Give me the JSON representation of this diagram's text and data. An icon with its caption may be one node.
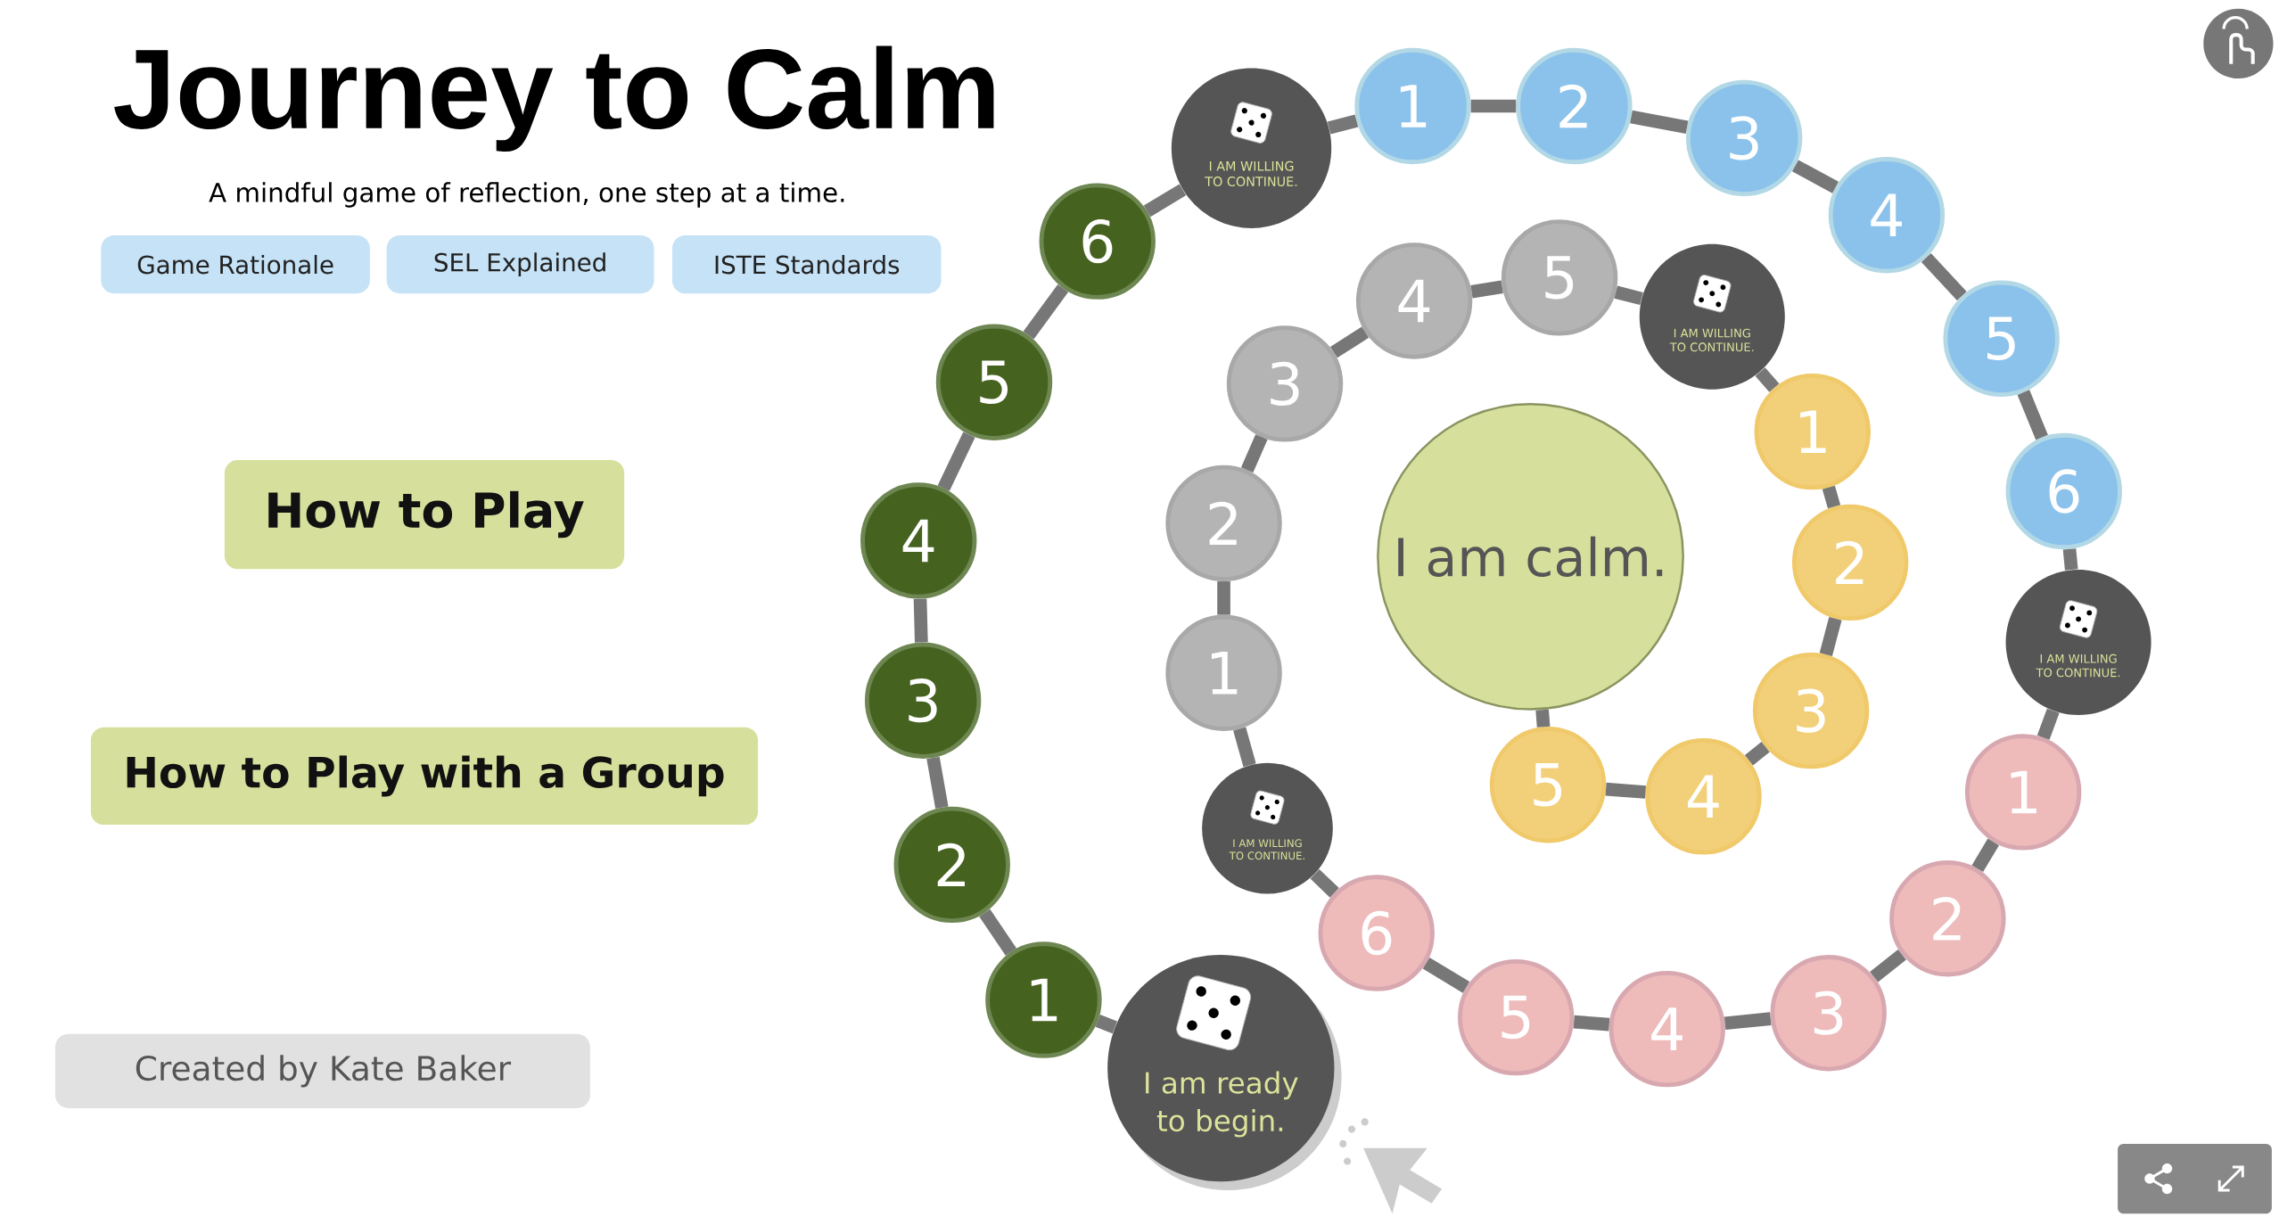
{
  "diagram": {
    "title": "Journey to Calm",
    "nodes": [
      {
        "text": [
          "Game Rationale"
        ]
      },
      {
        "text": [
          "SEL Explained"
        ]
      },
      {
        "text": [
          "ISTE Standards"
        ]
      },
      {
        "text": [
          "How to Play"
        ]
      },
      {
        "text": [
          "How to Play with a Group"
        ]
      },
      {
        "text": [
          "Created by Kate Baker"
        ]
      },
      {
        "text": [
          "I am ready to begin."
        ]
      },
      {
        "text": [
          "1"
        ]
      },
      {
        "text": [
          "2"
        ]
      },
      {
        "text": [
          "3"
        ]
      },
      {
        "text": [
          "4"
        ]
      },
      {
        "text": [
          "5"
        ]
      },
      {
        "text": [
          "6"
        ]
      },
      {
        "text": [
          "I AM WILLING TO CONTINUE."
        ]
      },
      {
        "text": [
          "1"
        ]
      },
      {
        "text": [
          "2"
        ]
      },
      {
        "text": [
          "3"
        ]
      },
      {
        "text": [
          "4"
        ]
      },
      {
        "text": [
          "5"
        ]
      },
      {
        "text": [
          "6"
        ]
      },
      {
        "text": [
          "I AM WILLING TO CONTINUE."
        ]
      },
      {
        "text": [
          "1"
        ]
      },
      {
        "text": [
          "2"
        ]
      },
      {
        "text": [
          "3"
        ]
      },
      {
        "text": [
          "4"
        ]
      },
      {
        "text": [
          "5"
        ]
      },
      {
        "text": [
          "6"
        ]
      },
      {
        "text": [
          "I AM WILLING TO CONTINUE."
        ]
      },
      {
        "text": [
          "1"
        ]
      },
      {
        "text": [
          "2"
        ]
      },
      {
        "text": [
          "3"
        ]
      },
      {
        "text": [
          "4"
        ]
      },
      {
        "text": [
          "5"
        ]
      },
      {
        "text": [
          "I AM WILLING TO CONTINUE."
        ]
      },
      {
        "text": [
          "1"
        ]
      },
      {
        "text": [
          "2"
        ]
      },
      {
        "text": [
          "3"
        ]
      },
      {
        "text": [
          "4"
        ]
      },
      {
        "text": [
          "5"
        ]
      },
      {
        "text": [
          "I am calm."
        ]
      }
    ],
    "edges": [
      {
        "from": 6,
        "to": 7,
        "arrow": "none"
      },
      {
        "from": 7,
        "to": 8,
        "arrow": "none"
      },
      {
        "from": 8,
        "to": 9,
        "arrow": "none"
      },
      {
        "from": 9,
        "to": 10,
        "arrow": "none"
      },
      {
        "from": 10,
        "to": 11,
        "arrow": "none"
      },
      {
        "from": 11,
        "to": 12,
        "arrow": "none"
      },
      {
        "from": 12,
        "to": 13,
        "arrow": "none"
      },
      {
        "from": 13,
        "to": 14,
        "arrow": "none"
      },
      {
        "from": 14,
        "to": 15,
        "arrow": "none"
      },
      {
        "from": 15,
        "to": 16,
        "arrow": "none"
      },
      {
        "from": 16,
        "to": 17,
        "arrow": "none"
      },
      {
        "from": 17,
        "to": 18,
        "arrow": "none"
      },
      {
        "from": 18,
        "to": 19,
        "arrow": "none"
      },
      {
        "from": 19,
        "to": 20,
        "arrow": "none"
      },
      {
        "from": 20,
        "to": 21,
        "arrow": "none"
      },
      {
        "from": 21,
        "to": 22,
        "arrow": "none"
      },
      {
        "from": 22,
        "to": 23,
        "arrow": "none"
      },
      {
        "from": 23,
        "to": 24,
        "arrow": "none"
      },
      {
        "from": 24,
        "to": 25,
        "arrow": "none"
      },
      {
        "from": 25,
        "to": 26,
        "arrow": "none"
      },
      {
        "from": 26,
        "to": 27,
        "arrow": "none"
      },
      {
        "from": 27,
        "to": 28,
        "arrow": "none"
      },
      {
        "from": 28,
        "to": 29,
        "arrow": "none"
      },
      {
        "from": 29,
        "to": 30,
        "arrow": "none"
      },
      {
        "from": 30,
        "to": 31,
        "arrow": "none"
      },
      {
        "from": 31,
        "to": 32,
        "arrow": "none"
      },
      {
        "from": 32,
        "to": 33,
        "arrow": "none"
      },
      {
        "from": 33,
        "to": 34,
        "arrow": "none"
      },
      {
        "from": 34,
        "to": 35,
        "arrow": "none"
      },
      {
        "from": 35,
        "to": 36,
        "arrow": "none"
      },
      {
        "from": 36,
        "to": 37,
        "arrow": "none"
      },
      {
        "from": 37,
        "to": 38,
        "arrow": "none"
      },
      {
        "from": 38,
        "to": 39,
        "arrow": "none"
      }
    ],
    "labels": [
      "A mindful game of reflection, one step at a time."
    ]
  }
}
